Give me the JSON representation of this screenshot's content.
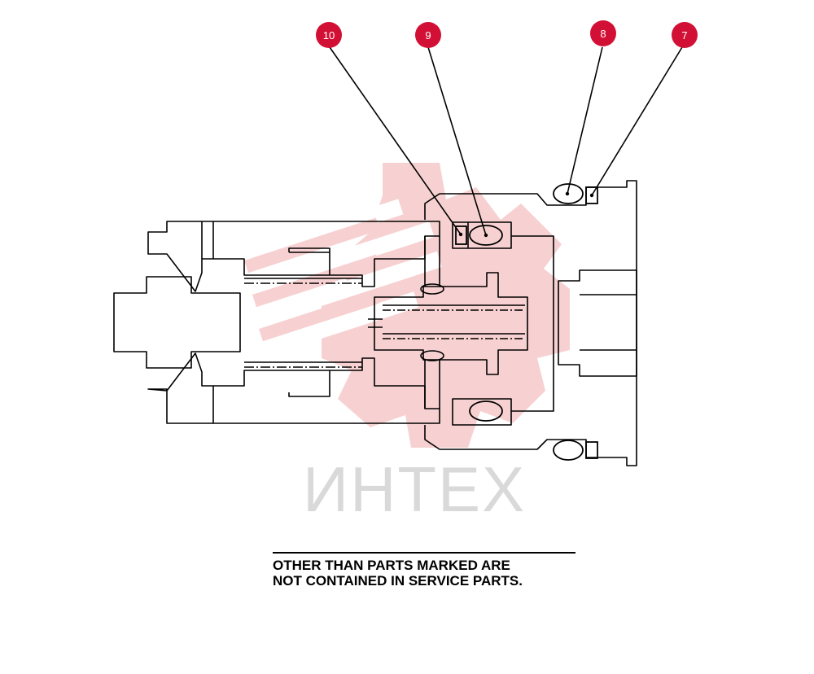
{
  "callouts": [
    {
      "label": "10"
    },
    {
      "label": "9"
    },
    {
      "label": "8"
    },
    {
      "label": "7"
    }
  ],
  "watermark": {
    "text": "ИНТЕХ"
  },
  "note": {
    "line1": "OTHER THAN PARTS MARKED ARE",
    "line2": "NOT CONTAINED IN SERVICE PARTS."
  },
  "colors": {
    "callout_fill": "#d21035",
    "watermark_logo": "#f6c9c9",
    "watermark_text": "#d9d9d9",
    "line": "#000000"
  }
}
